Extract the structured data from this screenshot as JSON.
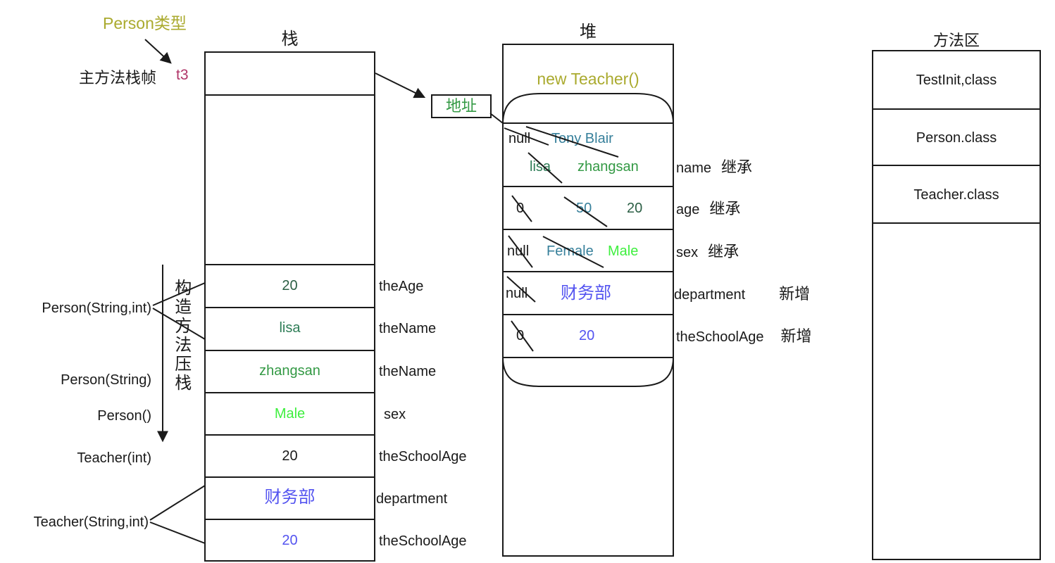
{
  "colors": {
    "ink": "#1a1a1a",
    "olive": "#aaaa2e",
    "crimson": "#b03568",
    "green": "#339944",
    "teal": "#37809b",
    "teal_green": "#2e7d57",
    "dark_green": "#2c5f45",
    "bright_green": "#3fef3f",
    "violet": "#5454f0"
  },
  "annotations": {
    "person_type": "Person类型",
    "t3": "t3",
    "main_frame": "主方法栈帧",
    "push_stack": "构造方法压栈",
    "address": "地址",
    "constructors": [
      {
        "label": "Person(String,int)"
      },
      {
        "label": "Person(String)"
      },
      {
        "label": "Person()"
      },
      {
        "label": "Teacher(int)"
      },
      {
        "label": "Teacher(String,int)"
      }
    ]
  },
  "stack": {
    "title": "栈",
    "cells": [
      {
        "value": "20",
        "label": "theAge"
      },
      {
        "value": "lisa",
        "label": "theName"
      },
      {
        "value": "zhangsan",
        "label": "theName"
      },
      {
        "value": "Male",
        "label": "sex"
      },
      {
        "value": "20",
        "label": "theSchoolAge"
      },
      {
        "value": "财务部",
        "label": "department"
      },
      {
        "value": "20",
        "label": "theSchoolAge"
      }
    ]
  },
  "heap": {
    "title": "堆",
    "object_header": "new Teacher()",
    "rows": [
      {
        "values": [
          "null",
          "Tony Blair",
          "lisa",
          "zhangsan"
        ],
        "field": "name",
        "tag": "继承"
      },
      {
        "values": [
          "0",
          "50",
          "20"
        ],
        "field": "age",
        "tag": "继承"
      },
      {
        "values": [
          "null",
          "Female",
          "Male"
        ],
        "field": "sex",
        "tag": "继承"
      },
      {
        "values": [
          "null",
          "财务部"
        ],
        "field": "department",
        "tag": "新增"
      },
      {
        "values": [
          "0",
          "20"
        ],
        "field": "theSchoolAge",
        "tag": "新增"
      }
    ]
  },
  "method_area": {
    "title": "方法区",
    "classes": [
      {
        "name": "TestInit,class"
      },
      {
        "name": "Person.class"
      },
      {
        "name": "Teacher.class"
      }
    ]
  }
}
